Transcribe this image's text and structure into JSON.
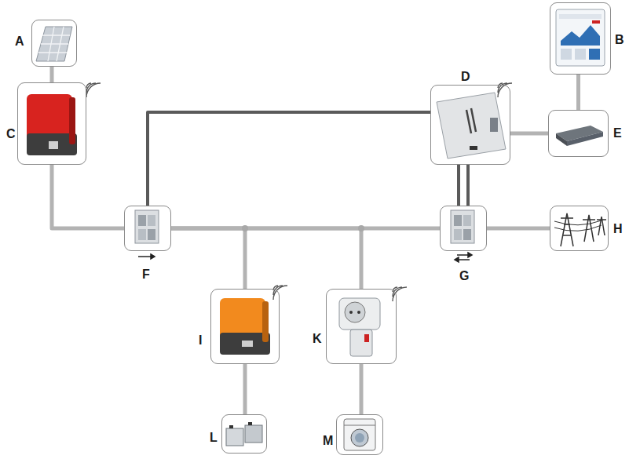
{
  "diagram": {
    "nodes": [
      {
        "text": [
          "A"
        ]
      },
      {
        "text": [
          "B"
        ]
      },
      {
        "text": [
          "C"
        ]
      },
      {
        "text": [
          "D"
        ]
      },
      {
        "text": [
          "E"
        ]
      },
      {
        "text": [
          "F"
        ]
      },
      {
        "text": [
          "G"
        ]
      },
      {
        "text": [
          "H"
        ]
      },
      {
        "text": [
          "I"
        ]
      },
      {
        "text": [
          "K"
        ]
      },
      {
        "text": [
          "L"
        ]
      },
      {
        "text": [
          "M"
        ]
      }
    ],
    "edges": [
      {
        "from": 0,
        "to": 2,
        "arrow": "none"
      },
      {
        "from": 2,
        "to": 5,
        "arrow": "none"
      },
      {
        "from": 5,
        "to": 3,
        "arrow": "none"
      },
      {
        "from": 3,
        "to": 4,
        "arrow": "none"
      },
      {
        "from": 4,
        "to": 1,
        "arrow": "none"
      },
      {
        "from": 3,
        "to": 6,
        "arrow": "none"
      },
      {
        "from": 3,
        "to": 6,
        "arrow": "none"
      },
      {
        "from": 5,
        "to": 6,
        "arrow": "none"
      },
      {
        "from": 5,
        "to": 8,
        "arrow": "none"
      },
      {
        "from": 5,
        "to": 9,
        "arrow": "none"
      },
      {
        "from": 6,
        "to": 7,
        "arrow": "none"
      },
      {
        "from": 8,
        "to": 10,
        "arrow": "none"
      },
      {
        "from": 9,
        "to": 11,
        "arrow": "none"
      }
    ]
  }
}
